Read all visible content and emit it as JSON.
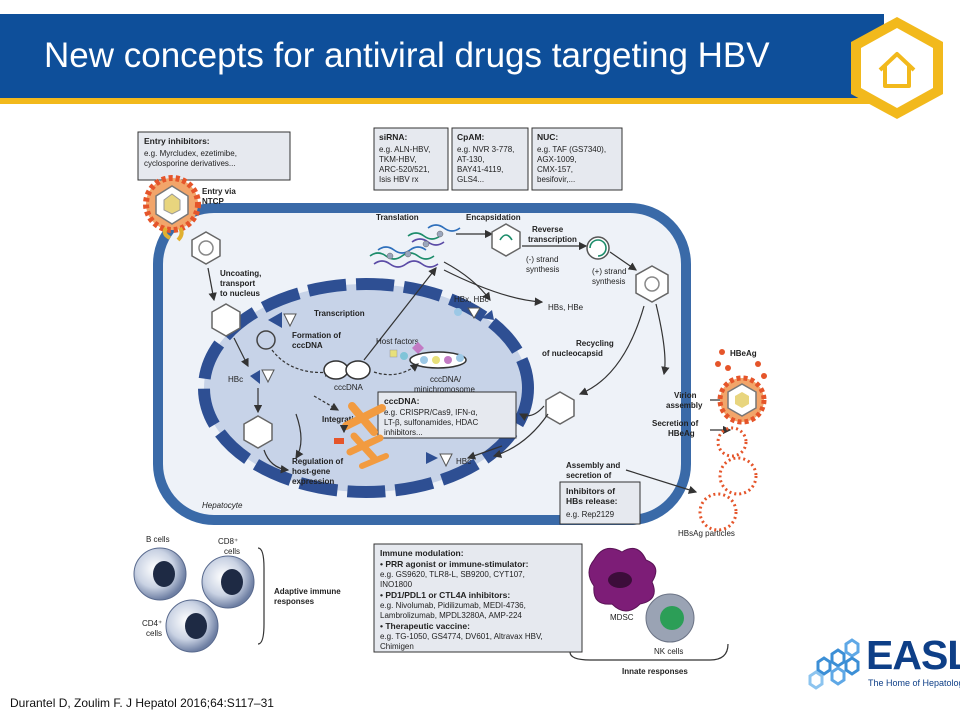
{
  "slide": {
    "title": "New concepts for antiviral drugs targeting HBV",
    "citation": "Durantel D, Zoulim F. J Hepatol 2016;64:S117–31",
    "home_icon": "house-icon"
  },
  "logo": {
    "name": "EASL",
    "tagline": "The Home of Hepatology"
  },
  "colors": {
    "title_bg": "#0e4f9a",
    "title_accent": "#f2b91c",
    "cell_border": "#3a6aa8",
    "cell_fill": "#eef2f8",
    "nucleus_fill": "#c7d3e8",
    "nucleus_border": "#2e4f93",
    "virion": "#e5552a",
    "chromosome": "#f29b40"
  },
  "figure": {
    "boxes": {
      "entry": {
        "title": "Entry inhibitors:",
        "lines": [
          "e.g. Myrcludex, ezetimibe,",
          "cyclosporine derivatives..."
        ]
      },
      "sirna": {
        "title": "siRNA:",
        "lines": [
          "e.g. ALN-HBV,",
          "TKM-HBV,",
          "ARC-520/521,",
          "Isis HBV rx"
        ]
      },
      "cpam": {
        "title": "CpAM:",
        "lines": [
          "e.g. NVR 3-778,",
          "AT-130,",
          "BAY41-4119,",
          "GLS4..."
        ]
      },
      "nuc": {
        "title": "NUC:",
        "lines": [
          "e.g. TAF (GS7340),",
          "AGX-1009,",
          "CMX-157,",
          "besifovir,..."
        ]
      },
      "cccdna": {
        "title": "cccDNA:",
        "lines": [
          "e.g. CRISPR/Cas9, IFN-α,",
          "LT-β, sulfonamides, HDAC",
          "inhibitors..."
        ]
      },
      "hbs_release": {
        "title": "Inhibitors of",
        "title2": "HBs release:",
        "lines": [
          "e.g. Rep2129"
        ]
      },
      "immune": {
        "title": "Immune modulation:",
        "lines": [
          "• PRR agonist or immune-stimulator:",
          "e.g. GS9620, TLR8-L, SB9200, CYT107,",
          "INO1800",
          "• PD1/PDL1 or CTL4A inhibitors:",
          "e.g. Nivolumab, Pidilizumab, MEDI-4736,",
          "Lambrolizumab, MPDL3280A, AMP-224",
          "• Therapeutic vaccine:",
          "e.g. TG-1050, GS4774, DV601, Altravax HBV,",
          "Chimigen"
        ]
      }
    },
    "labels": {
      "entry_via": "Entry via",
      "ntcp": "NTCP",
      "uncoating1": "Uncoating,",
      "uncoating2": "transport",
      "uncoating3": "to nucleus",
      "translation": "Translation",
      "encapsidation": "Encapsidation",
      "reverse1": "Reverse",
      "reverse2": "transcription",
      "minus1": "(-) strand",
      "minus2": "synthesis",
      "plus1": "(+) strand",
      "plus2": "synthesis",
      "transcription": "Transcription",
      "hbx_hbc": "HBx, HBc",
      "hbs_hbe": "HBs, HBe",
      "formation1": "Formation of",
      "formation2": "cccDNA",
      "host_factors": "Host factors",
      "cccdna": "cccDNA",
      "cccdna_mini1": "cccDNA/",
      "cccdna_mini2": "minichromosome",
      "recycling1": "Recycling",
      "recycling2": "of nucleocapsid",
      "hbc1": "HBc",
      "hbc2": "HBc",
      "integration": "Integration",
      "regulation1": "Regulation of",
      "regulation2": "host-gene",
      "regulation3": "expression",
      "hepatocyte": "Hepatocyte",
      "virion1": "Virion",
      "virion2": "assembly",
      "secretion1": "Secretion of",
      "secretion2": "HBeAg",
      "hbeag": "HBeAg",
      "assembly1": "Assembly and",
      "assembly2": "secretion of",
      "hbsag_particles": "HBsAg particles",
      "b_cells": "B cells",
      "cd8_1": "CD8⁺",
      "cd8_2": "cells",
      "cd4_1": "CD4⁺",
      "cd4_2": "cells",
      "adaptive1": "Adaptive immune",
      "adaptive2": "responses",
      "mdsc": "MDSC",
      "nk_cells": "NK cells",
      "innate": "Innate responses"
    }
  }
}
